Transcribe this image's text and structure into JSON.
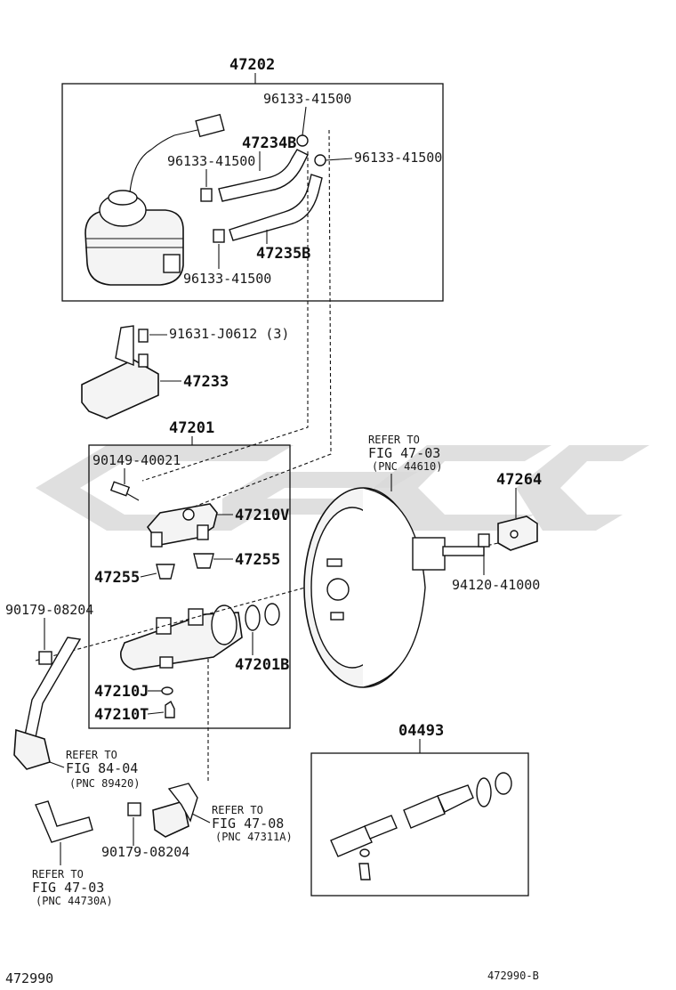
{
  "watermark": {
    "color": "#d9d9d9"
  },
  "groups": {
    "reservoir_assembly": "47202",
    "master_cylinder": "47201",
    "kit": "04493"
  },
  "labels": {
    "hose_clamp_top": "96133-41500",
    "hose_clamp_right": "96133-41500",
    "hose_clamp_left": "96133-41500",
    "hose_clamp_bottom": "96133-41500",
    "hose_upper": "47234B",
    "hose_lower": "47235B",
    "bolt_bracket": "91631-J0612 (3)",
    "bracket": "47233",
    "screw_reservoir": "90149-40021",
    "reservoir_body": "47210V",
    "grommet_right": "47255",
    "grommet_left": "47255",
    "bolt_left": "90179-08204",
    "gasket_ring": "47201B",
    "plug": "47210J",
    "bleeder": "47210T",
    "clevis": "47264",
    "nut": "94120-41000",
    "bolt_bottom": "90179-08204"
  },
  "refs": {
    "booster": [
      "REFER TO",
      "FIG 47-03",
      "(PNC 44610)"
    ],
    "sensor_left": [
      "REFER TO",
      "FIG 84-04",
      "(PNC 89420)"
    ],
    "sensor_bottom": [
      "REFER TO",
      "FIG 47-08",
      "(PNC 47311A)"
    ],
    "hose_bottom": [
      "REFER TO",
      "FIG 47-03",
      "(PNC 44730A)"
    ]
  },
  "footer": {
    "left_code": "472990",
    "right_code": "472990-B"
  }
}
